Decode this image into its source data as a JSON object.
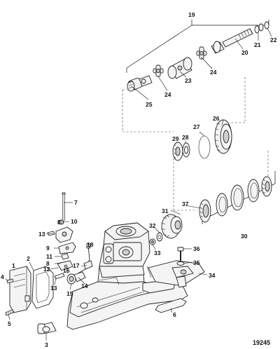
{
  "figure": {
    "id": "19245"
  },
  "callouts": [
    {
      "key": "c1",
      "label": "1"
    },
    {
      "key": "c2",
      "label": "2"
    },
    {
      "key": "c3",
      "label": "3"
    },
    {
      "key": "c4",
      "label": "4"
    },
    {
      "key": "c5",
      "label": "5"
    },
    {
      "key": "c6",
      "label": "6"
    },
    {
      "key": "c7",
      "label": "7"
    },
    {
      "key": "c8a",
      "label": "8"
    },
    {
      "key": "c8b",
      "label": "8"
    },
    {
      "key": "c9",
      "label": "9"
    },
    {
      "key": "c10",
      "label": "10"
    },
    {
      "key": "c11",
      "label": "11"
    },
    {
      "key": "c12",
      "label": "12"
    },
    {
      "key": "c13a",
      "label": "13"
    },
    {
      "key": "c13b",
      "label": "13"
    },
    {
      "key": "c14",
      "label": "14"
    },
    {
      "key": "c15",
      "label": "15"
    },
    {
      "key": "c16",
      "label": "16"
    },
    {
      "key": "c17",
      "label": "17"
    },
    {
      "key": "c18",
      "label": "18"
    },
    {
      "key": "c19",
      "label": "19"
    },
    {
      "key": "c20",
      "label": "20"
    },
    {
      "key": "c21",
      "label": "21"
    },
    {
      "key": "c22",
      "label": "22"
    },
    {
      "key": "c23",
      "label": "23"
    },
    {
      "key": "c24a",
      "label": "24"
    },
    {
      "key": "c24b",
      "label": "24"
    },
    {
      "key": "c25",
      "label": "25"
    },
    {
      "key": "c26",
      "label": "26"
    },
    {
      "key": "c27",
      "label": "27"
    },
    {
      "key": "c28",
      "label": "28"
    },
    {
      "key": "c29",
      "label": "29"
    },
    {
      "key": "c30",
      "label": "30"
    },
    {
      "key": "c31",
      "label": "31"
    },
    {
      "key": "c32",
      "label": "32"
    },
    {
      "key": "c33",
      "label": "33"
    },
    {
      "key": "c34",
      "label": "34"
    },
    {
      "key": "c35",
      "label": "35"
    },
    {
      "key": "c36",
      "label": "36"
    },
    {
      "key": "c37",
      "label": "37"
    }
  ]
}
